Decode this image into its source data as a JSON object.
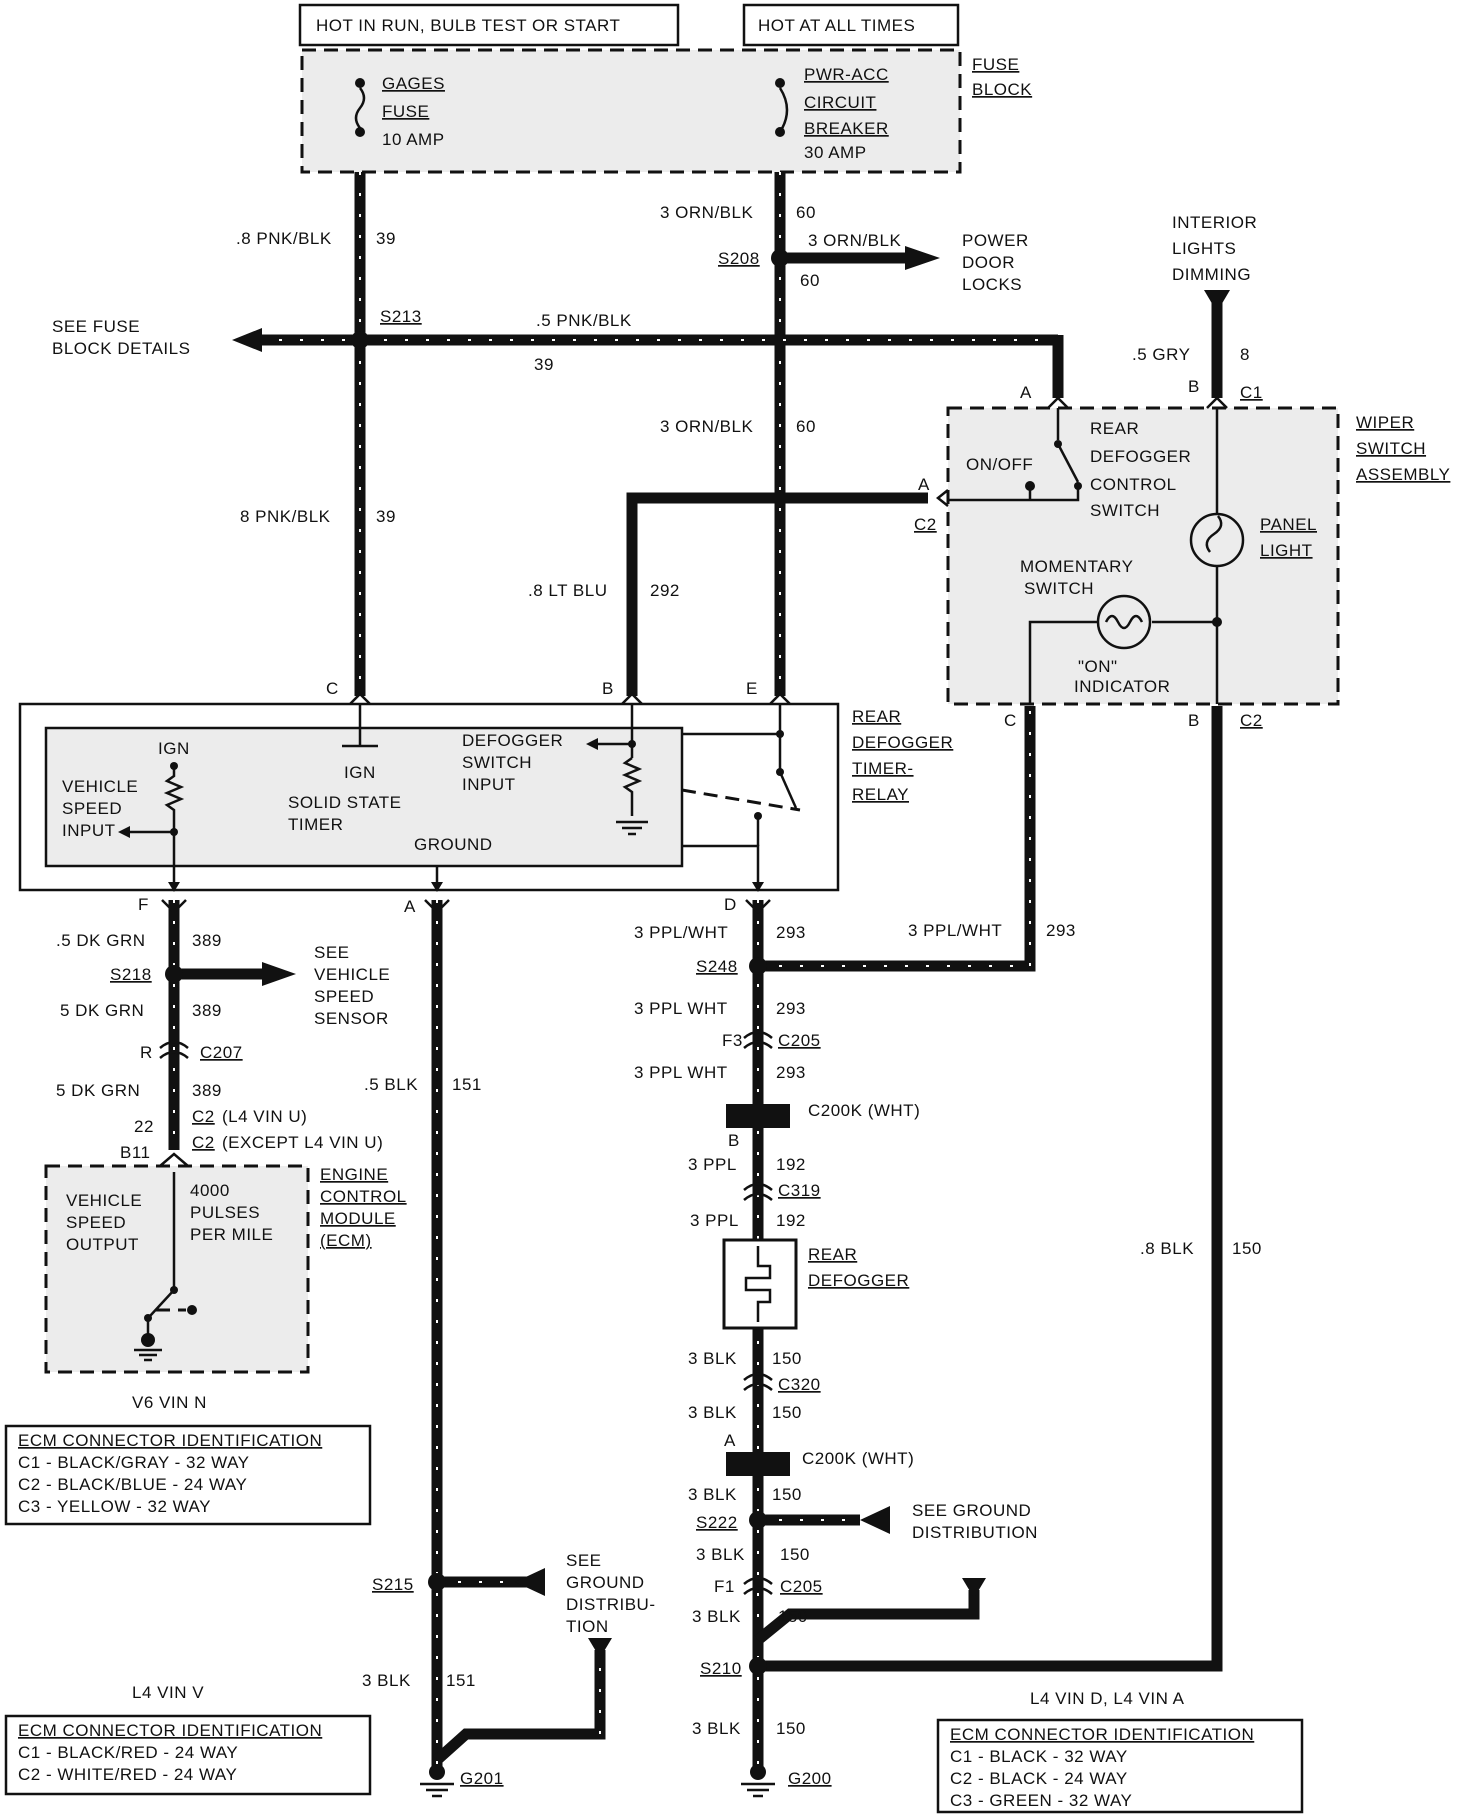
{
  "colors": {
    "ink": "#111111",
    "shade": "#ececec",
    "background": "#ffffff"
  },
  "top": {
    "hot_run": "HOT IN RUN, BULB TEST OR START",
    "hot_all": "HOT AT ALL TIMES",
    "fuse_block_1": "FUSE",
    "fuse_block_2": "BLOCK",
    "gages_1": "GAGES",
    "gages_2": "FUSE",
    "gages_3": "10 AMP",
    "pwr_1": "PWR-ACC",
    "pwr_2": "CIRCUIT",
    "pwr_3": "BREAKER",
    "pwr_4": "30 AMP"
  },
  "wires": {
    "pnk_top": ".8 PNK/BLK",
    "pnk_top_num": "39",
    "orn_top": "3 ORN/BLK",
    "orn_top_num": "60",
    "s208": "S208",
    "orn_branch": "3 ORN/BLK",
    "orn_branch_num": "60",
    "power_door_1": "POWER",
    "power_door_2": "DOOR",
    "power_door_3": "LOCKS",
    "interior_1": "INTERIOR",
    "interior_2": "LIGHTS",
    "interior_3": "DIMMING",
    "see_fuse_1": "SEE FUSE",
    "see_fuse_2": "BLOCK DETAILS",
    "s213": "S213",
    "pnk_branch": ".5 PNK/BLK",
    "pnk_branch_num": "39",
    "gry": ".5 GRY",
    "gry_num": "8",
    "orn_mid": "3 ORN/BLK",
    "orn_mid_num": "60",
    "pnk_mid": "8 PNK/BLK",
    "pnk_mid_num": "39",
    "ltblu": ".8 LT BLU",
    "ltblu_num": "292",
    "dkgrn1": ".5 DK GRN",
    "dkgrn1_num": "389",
    "s218": "S218",
    "see_vss_1": "SEE",
    "see_vss_2": "VEHICLE",
    "see_vss_3": "SPEED",
    "see_vss_4": "SENSOR",
    "dkgrn2": "5 DK GRN",
    "dkgrn2_num": "389",
    "c207_r": "R",
    "c207": "C207",
    "dkgrn3": "5 DK GRN",
    "dkgrn3_num": "389",
    "pin22": "22",
    "pinb11": "B11",
    "c2_l4": "C2",
    "c2_l4_text": "(L4 VIN U)",
    "c2_ex": "C2",
    "c2_ex_text": "(EXCEPT L4 VIN U)",
    "blk151": ".5 BLK",
    "blk151_num": "151",
    "ppl1": "3 PPL/WHT",
    "ppl1_num": "293",
    "ppl_right": "3 PPL/WHT",
    "ppl_right_num": "293",
    "s248": "S248",
    "ppl2": "3 PPL WHT",
    "ppl2_num": "293",
    "f3": "F3",
    "c205a": "C205",
    "ppl3": "3 PPL WHT",
    "ppl3_num": "293",
    "c200k_1": "C200K (WHT)",
    "pin_b_c200": "B",
    "ppl4": "3 PPL",
    "ppl4_num": "192",
    "c319": "C319",
    "ppl5": "3 PPL",
    "ppl5_num": "192",
    "rear_def_1": "REAR",
    "rear_def_2": "DEFOGGER",
    "blk1": "3 BLK",
    "blk1_num": "150",
    "c320": "C320",
    "blk2": "3 BLK",
    "blk2_num": "150",
    "pin_a_c200": "A",
    "c200k_2": "C200K (WHT)",
    "blk3": "3 BLK",
    "blk3_num": "150",
    "s222": "S222",
    "see_gd_1": "SEE GROUND",
    "see_gd_2": "DISTRIBUTION",
    "blk4": "3 BLK",
    "blk4_num": "150",
    "f1": "F1",
    "c205b": "C205",
    "blk5": "3 BLK",
    "blk5_num": "150",
    "s210": "S210",
    "blk6": "3 BLK",
    "blk6_num": "150",
    "g200": "G200",
    "blk150_right": ".8 BLK",
    "blk150_right_num": "150",
    "s215": "S215",
    "see_gd2_1": "SEE",
    "see_gd2_2": "GROUND",
    "see_gd2_3": "DISTRIBU-",
    "see_gd2_4": "TION",
    "blk151b": "3 BLK",
    "blk151b_num": "151",
    "g201": "G201"
  },
  "wiper": {
    "title_1": "WIPER",
    "title_2": "SWITCH",
    "title_3": "ASSEMBLY",
    "pin_a": "A",
    "pin_b": "B",
    "c1": "C1",
    "pin_a2": "A",
    "c2": "C2",
    "rear_1": "REAR",
    "rear_2": "DEFOGGER",
    "rear_3": "CONTROL",
    "rear_4": "SWITCH",
    "onoff": "ON/OFF",
    "panel_1": "PANEL",
    "panel_2": "LIGHT",
    "mom_1": "MOMENTARY",
    "mom_2": "SWITCH",
    "on_1": "\"ON\"",
    "on_2": "INDICATOR",
    "pin_c": "C",
    "pin_b2": "B",
    "c2_bottom": "C2"
  },
  "timer": {
    "title_1": "REAR",
    "title_2": "DEFOGGER",
    "title_3": "TIMER-",
    "title_4": "RELAY",
    "pin_c": "C",
    "pin_b": "B",
    "pin_e": "E",
    "ign1": "IGN",
    "ign2": "IGN",
    "vss_1": "VEHICLE",
    "vss_2": "SPEED",
    "vss_3": "INPUT",
    "sst_1": "SOLID STATE",
    "sst_2": "TIMER",
    "dsi_1": "DEFOGGER",
    "dsi_2": "SWITCH",
    "dsi_3": "INPUT",
    "ground": "GROUND",
    "pin_f": "F",
    "pin_a": "A",
    "pin_d": "D"
  },
  "ecm": {
    "t1": "ENGINE",
    "t2": "CONTROL",
    "t3": "MODULE",
    "t4": "(ECM)",
    "vso_1": "VEHICLE",
    "vso_2": "SPEED",
    "vso_3": "OUTPUT",
    "pulses_1": "4000",
    "pulses_2": "PULSES",
    "pulses_3": "PER MILE"
  },
  "tables": {
    "v6_title": "V6 VIN N",
    "v6_header": "ECM CONNECTOR IDENTIFICATION",
    "v6_rows": [
      "C1 - BLACK/GRAY - 32 WAY",
      "C2 - BLACK/BLUE - 24 WAY",
      "C3 - YELLOW - 32 WAY"
    ],
    "l4v_title": "L4 VIN V",
    "l4v_header": "ECM CONNECTOR IDENTIFICATION",
    "l4v_rows": [
      "C1 - BLACK/RED - 24 WAY",
      "C2 - WHITE/RED - 24 WAY"
    ],
    "l4da_title": "L4 VIN D, L4 VIN A",
    "l4da_header": "ECM CONNECTOR IDENTIFICATION",
    "l4da_rows": [
      "C1 - BLACK - 32 WAY",
      "C2 - BLACK - 24 WAY",
      "C3 - GREEN - 32 WAY"
    ]
  }
}
